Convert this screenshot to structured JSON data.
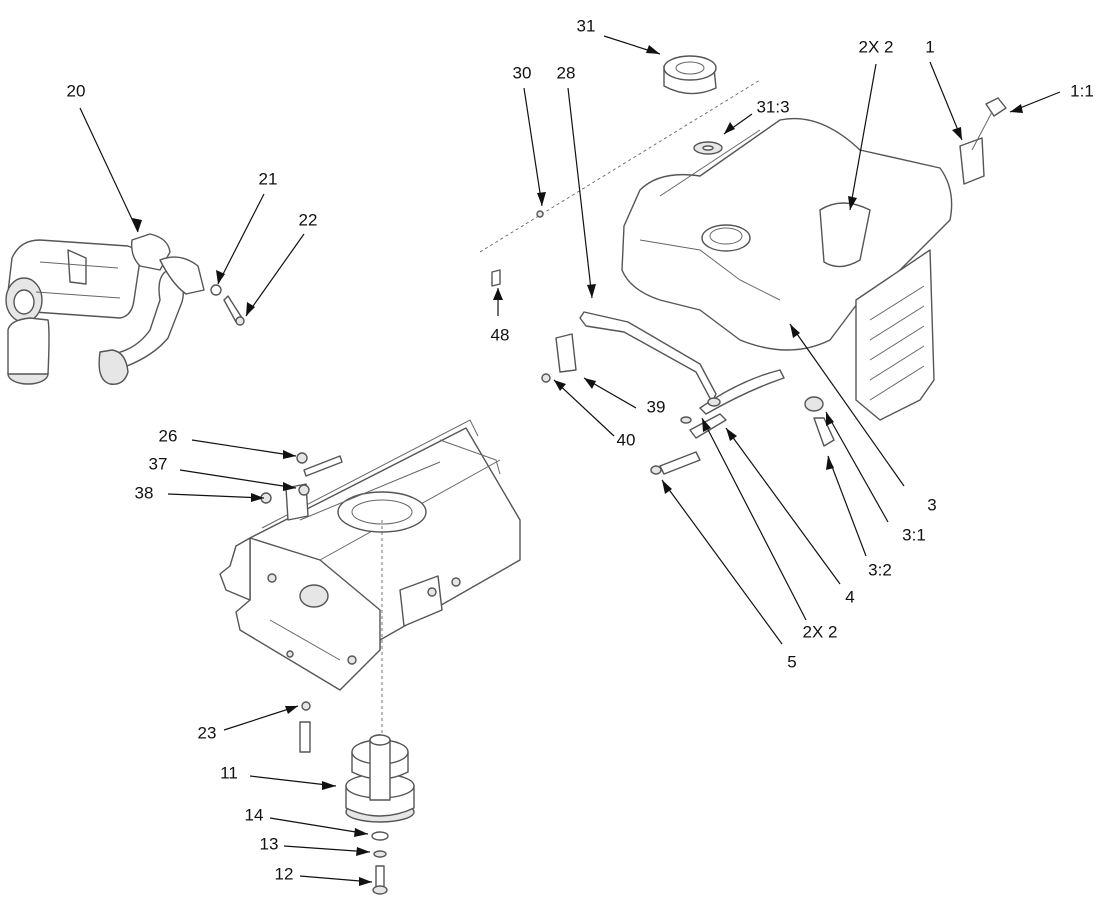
{
  "diagram": {
    "type": "exploded parts view",
    "assemblies": [
      "muffler",
      "engine mounting frame",
      "spindle pulley",
      "fuel tank"
    ],
    "callouts": [
      {
        "id": "c20",
        "text": "20"
      },
      {
        "id": "c21",
        "text": "21"
      },
      {
        "id": "c22",
        "text": "22"
      },
      {
        "id": "c26",
        "text": "26"
      },
      {
        "id": "c37",
        "text": "37"
      },
      {
        "id": "c38",
        "text": "38"
      },
      {
        "id": "c23",
        "text": "23"
      },
      {
        "id": "c11",
        "text": "11"
      },
      {
        "id": "c14",
        "text": "14"
      },
      {
        "id": "c13",
        "text": "13"
      },
      {
        "id": "c12",
        "text": "12"
      },
      {
        "id": "c30",
        "text": "30"
      },
      {
        "id": "c28",
        "text": "28"
      },
      {
        "id": "c31",
        "text": "31"
      },
      {
        "id": "c31_3",
        "text": "31:3"
      },
      {
        "id": "c2x2a",
        "text": "2X 2"
      },
      {
        "id": "c1",
        "text": "1"
      },
      {
        "id": "c1_1",
        "text": "1:1"
      },
      {
        "id": "c48",
        "text": "48"
      },
      {
        "id": "c39",
        "text": "39"
      },
      {
        "id": "c40",
        "text": "40"
      },
      {
        "id": "c3",
        "text": "3"
      },
      {
        "id": "c3_1",
        "text": "3:1"
      },
      {
        "id": "c3_2",
        "text": "3:2"
      },
      {
        "id": "c4",
        "text": "4"
      },
      {
        "id": "c2x2b",
        "text": "2X 2"
      },
      {
        "id": "c5",
        "text": "5"
      }
    ]
  }
}
